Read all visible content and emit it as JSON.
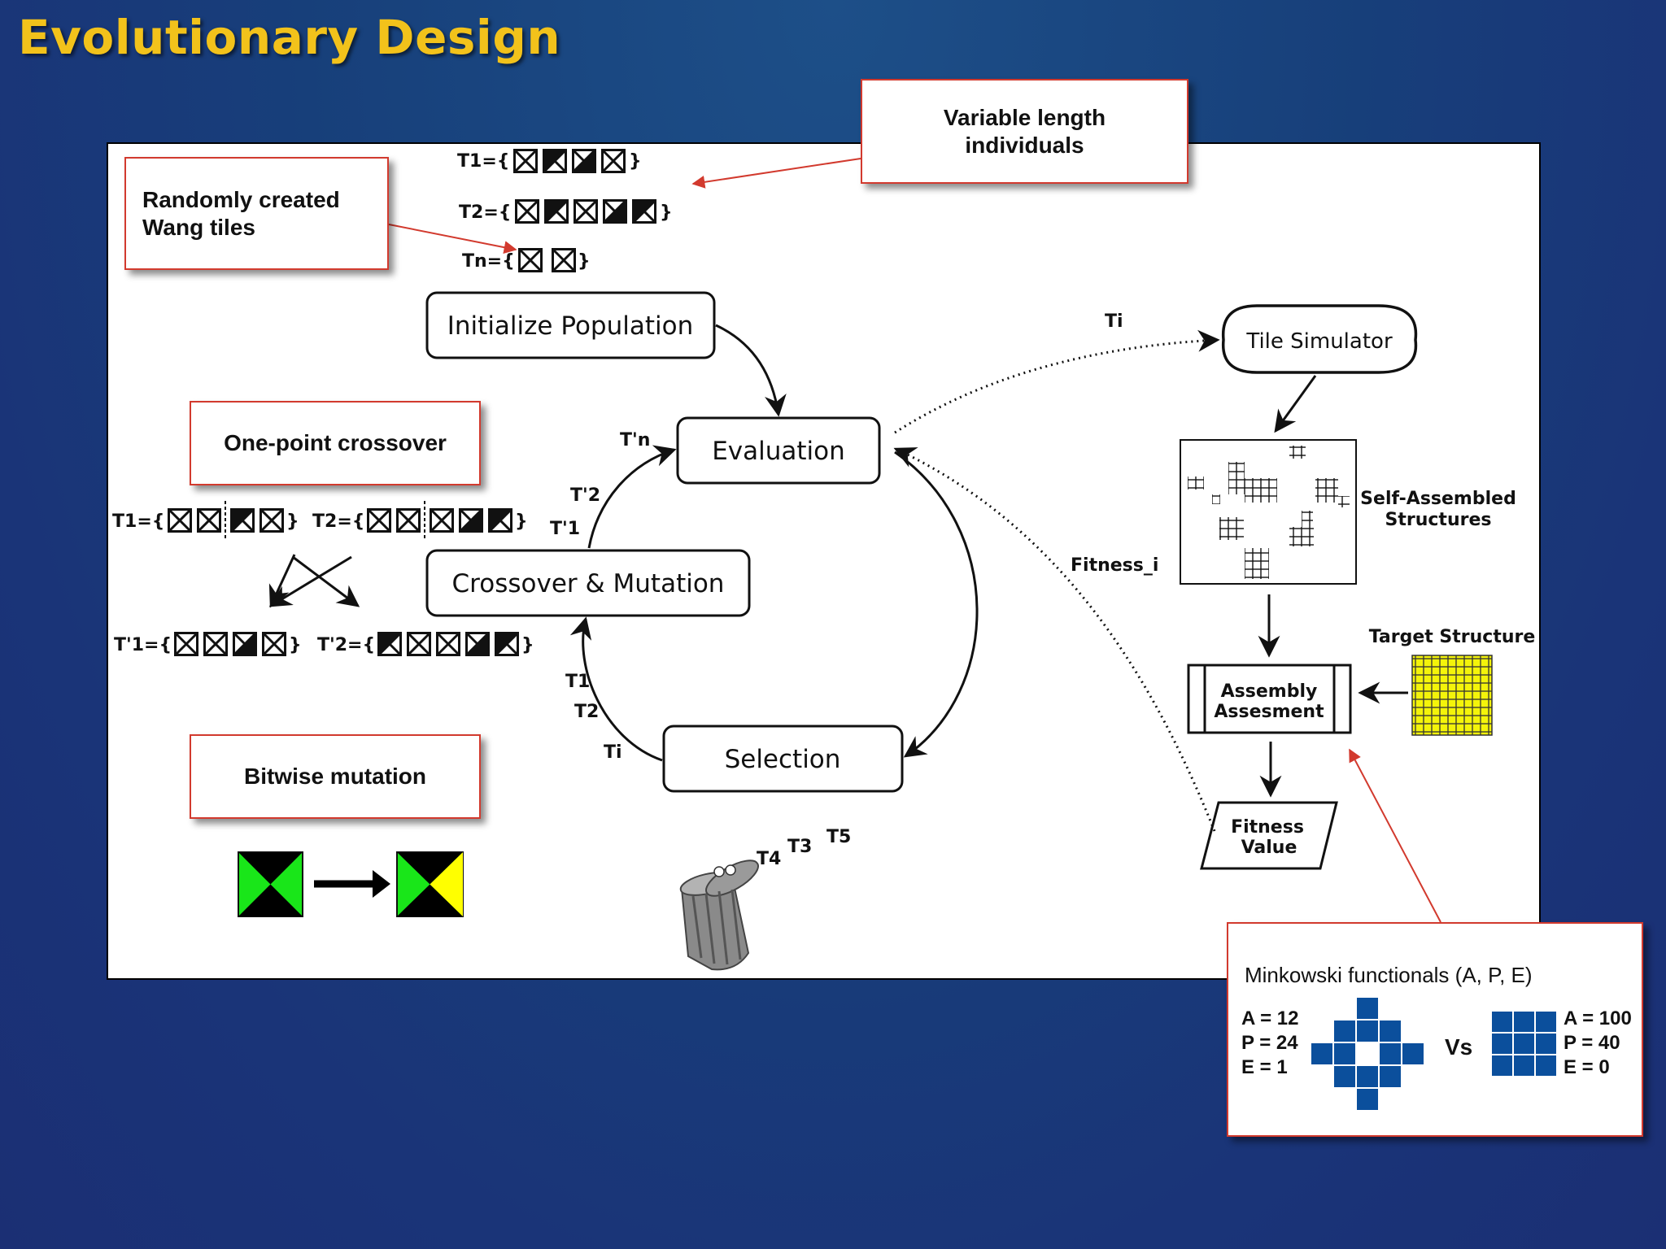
{
  "title": "Evolutionary Design",
  "callouts": {
    "variable_length": "Variable length\nindividuals",
    "random_tiles": "Randomly created\nWang tiles",
    "crossover": "One-point crossover",
    "mutation": "Bitwise mutation"
  },
  "nodes": {
    "init": "Initialize Population",
    "evaluation": "Evaluation",
    "crossmut": "Crossover & Mutation",
    "selection": "Selection",
    "simulator": "Tile Simulator",
    "assembly_1": "Assembly",
    "assembly_2": "Assesment",
    "fitness_1": "Fitness",
    "fitness_2": "Value"
  },
  "tile_labels": {
    "t1": "T1={",
    "t2": "T2={",
    "tn": "Tn={",
    "cx_t1": "T1={",
    "cx_t2": "T2={",
    "cx_tp1": "T'1={",
    "cx_tp2": "T'2={",
    "close": "}"
  },
  "edge_labels": {
    "tpn": "T'n",
    "tp2": "T'2",
    "tp1": "T'1",
    "t1": "T1",
    "t2": "T2",
    "ti_left": "Ti",
    "ti_top": "Ti",
    "fitness_i": "Fitness_i",
    "t4": "T4",
    "t3": "T3",
    "t5": "T5"
  },
  "side_labels": {
    "self_assembled_1": "Self-Assembled",
    "self_assembled_2": "Structures",
    "target": "Target Structure"
  },
  "minkowski": {
    "title": "Minkowski functionals (A, P, E)",
    "left": [
      "A = 12",
      "P = 24",
      "E = 1"
    ],
    "vs": "Vs",
    "right": [
      "A = 100",
      "P = 40",
      "E = 0"
    ]
  },
  "colors": {
    "title": "#f2c21b",
    "callout_border": "#d23a2e",
    "mutation_green": "#19e619",
    "mutation_yellow": "#ffff00",
    "mink_blue": "#0b4f9c",
    "target_yellow": "#f4f40a"
  }
}
